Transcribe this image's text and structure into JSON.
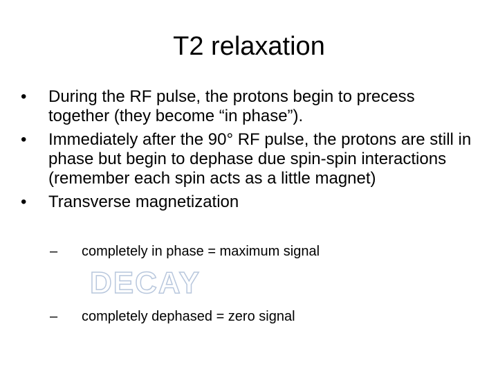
{
  "slide": {
    "title": "T2 relaxation",
    "bullets": [
      {
        "marker": "•",
        "text": "During the RF pulse, the protons  begin to precess together (they become “in phase”)."
      },
      {
        "marker": "•",
        "text": "Immediately after the 90° RF pulse, the protons are still in phase but begin to dephase due spin-spin interactions (remember each spin acts as a little magnet)"
      },
      {
        "marker": "•",
        "text": "Transverse magnetization"
      }
    ],
    "sub_items": [
      {
        "marker": "–",
        "text": "completely in phase = maximum signal"
      },
      {
        "marker": "–",
        "text": "completely dephased = zero signal"
      }
    ],
    "decay_label": "DECAY",
    "decay_color": "#b8c7dd"
  }
}
